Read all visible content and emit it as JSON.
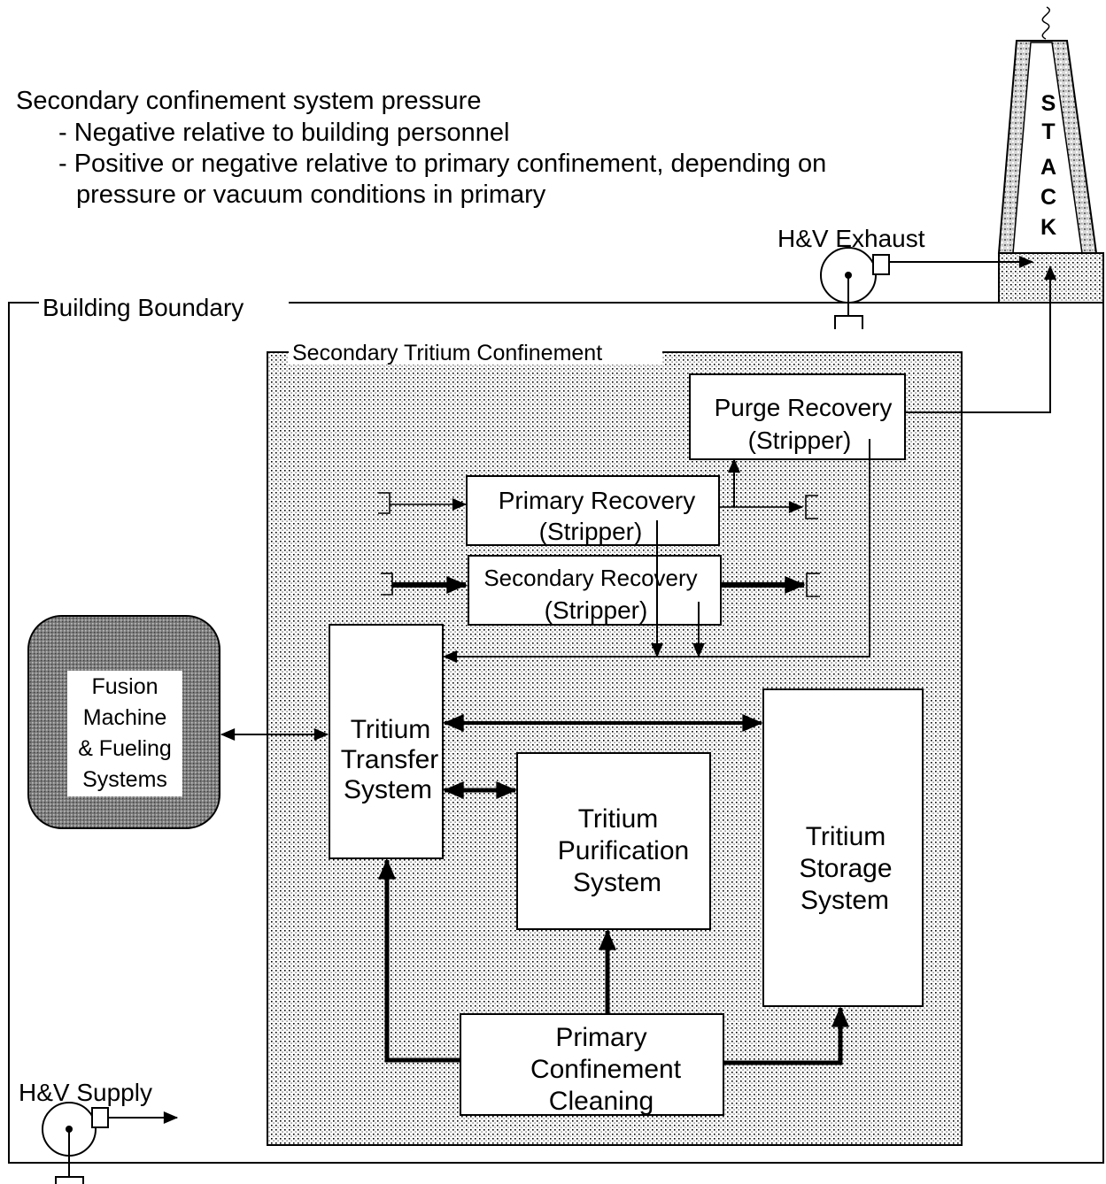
{
  "notes": {
    "heading": "Secondary confinement system pressure",
    "line1": "- Negative relative to building personnel",
    "line2": "- Positive or negative relative to primary confinement, depending on",
    "line3": "pressure or vacuum conditions in primary"
  },
  "labels": {
    "hv_exhaust": "H&V Exhaust",
    "hv_supply": "H&V Supply",
    "building_boundary": "Building Boundary",
    "secondary_confinement": "Secondary Tritium Confinement",
    "stack_letters": [
      "S",
      "T",
      "A",
      "C",
      "K"
    ]
  },
  "boxes": {
    "purge_recovery": [
      "Purge Recovery",
      "(Stripper)"
    ],
    "primary_recovery": [
      "Primary Recovery",
      "(Stripper)"
    ],
    "secondary_recovery": [
      "Secondary Recovery",
      "(Stripper)"
    ],
    "fusion_machine": [
      "Fusion",
      "Machine",
      "& Fueling",
      "Systems"
    ],
    "tritium_transfer": [
      "Tritium",
      "Transfer",
      "System"
    ],
    "tritium_purification": [
      "Tritium",
      "Purification",
      "System"
    ],
    "tritium_storage": [
      "Tritium",
      "Storage",
      "System"
    ],
    "primary_confinement_cleaning": [
      "Primary",
      "Confinement",
      "Cleaning"
    ]
  },
  "colors": {
    "line": "#000000",
    "box_fill": "#ffffff",
    "stipple_dot": "#000000",
    "fusion_shell": "#8a8a8a"
  }
}
